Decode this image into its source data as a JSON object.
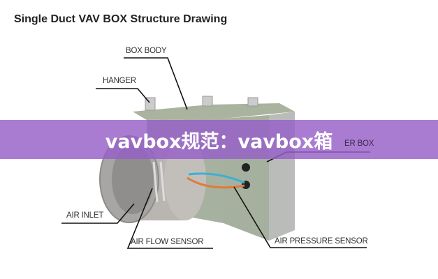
{
  "title": "Single Duct VAV BOX Structure Drawing",
  "labels": {
    "box_body": "BOX BODY",
    "hanger": "HANGER",
    "controller_box_partial": "ER BOX",
    "air_inlet": "AIR INLET",
    "air_flow_sensor": "AIR FLOW SENSOR",
    "air_pressure_sensor": "AIR PRESSURE SENSOR"
  },
  "banner": {
    "text": "vavbox规范：vavbox箱",
    "color": "#9b5fc8"
  }
}
